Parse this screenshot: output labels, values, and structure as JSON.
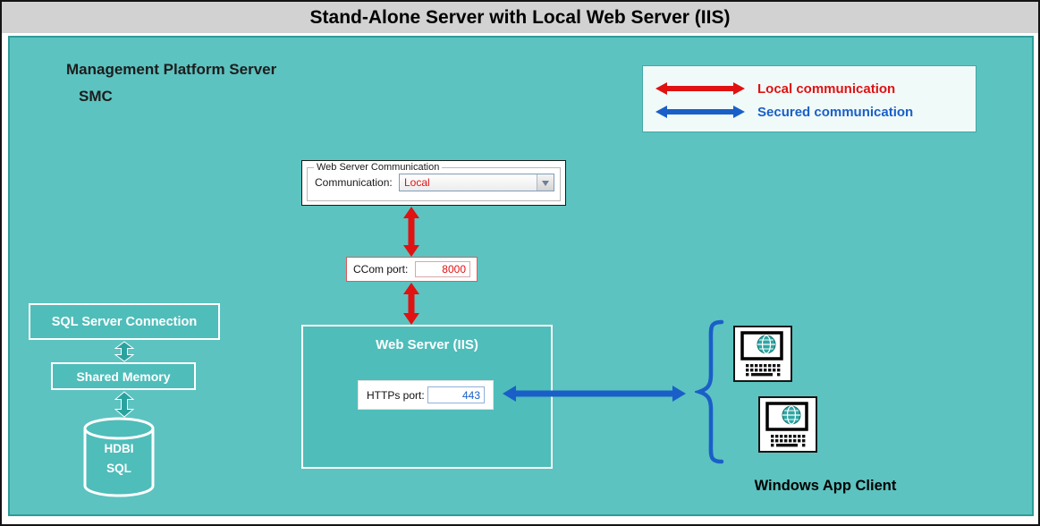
{
  "title": "Stand-Alone Server with Local Web Server (IIS)",
  "platform": {
    "name": "Management Platform Server",
    "subname": "SMC"
  },
  "legend": {
    "local": "Local communication",
    "secured": "Secured communication"
  },
  "comm_panel": {
    "group_title": "Web Server Communication",
    "label": "Communication:",
    "value": "Local"
  },
  "ccom": {
    "label": "CCom port:",
    "value": "8000"
  },
  "web_server": {
    "title": "Web Server (IIS)",
    "label": "HTTPs port:",
    "value": "443"
  },
  "left_stack": {
    "sql_connection": "SQL Server Connection",
    "shared_memory": "Shared Memory",
    "db_line1": "HDBI",
    "db_line2": "SQL"
  },
  "client": {
    "label": "Windows App Client"
  },
  "colors": {
    "red": "#e01212",
    "blue": "#1a5fc8",
    "teal_bg": "#5cc3c0",
    "teal_box": "#4fbdba",
    "teal_arrow": "#2aa3a0"
  }
}
